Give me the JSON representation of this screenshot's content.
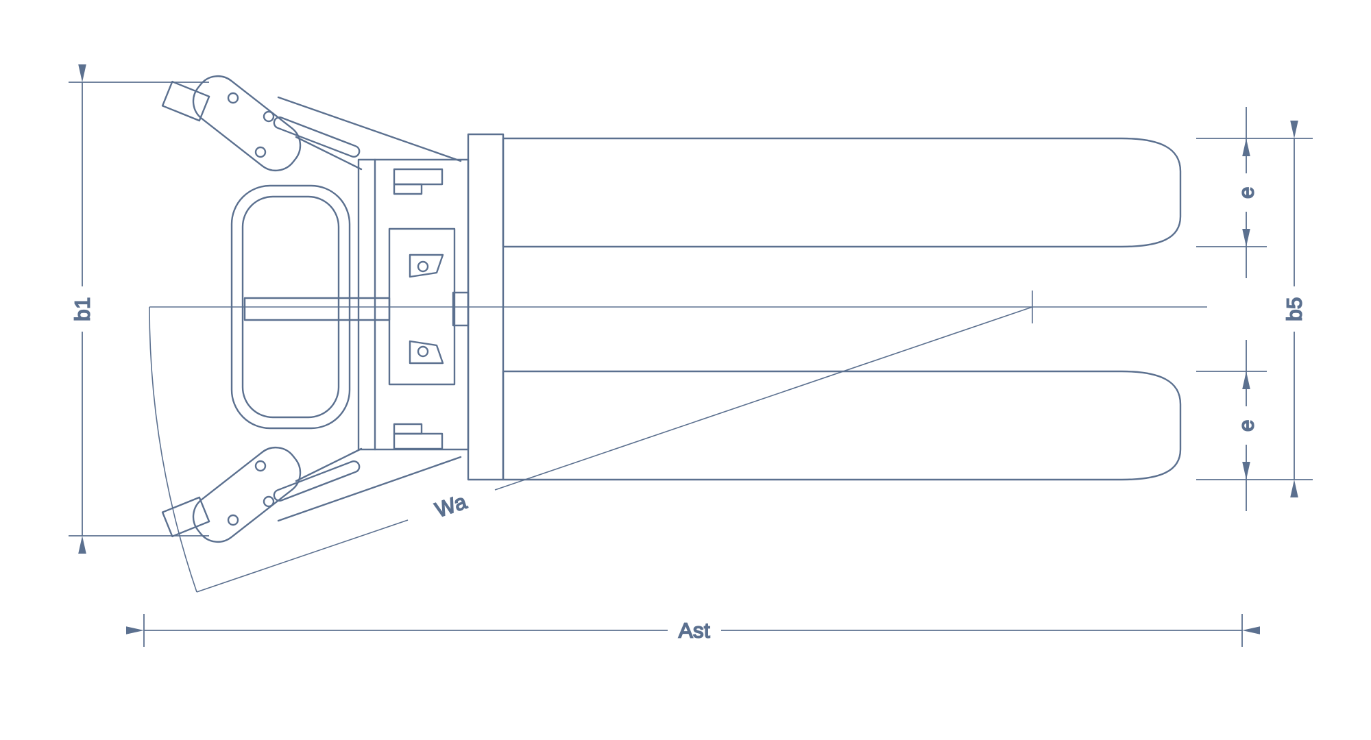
{
  "page": {
    "background": "#ffffff"
  },
  "diagram": {
    "type": "technical_drawing",
    "subject": "hand pallet truck top view with dimensioning",
    "stroke_color": "#5b708f",
    "dimensions": {
      "b1": {
        "label": "b1"
      },
      "e_top": {
        "label": "e"
      },
      "e_bottom": {
        "label": "e"
      },
      "b5": {
        "label": "b5"
      },
      "wa": {
        "label": "Wa"
      },
      "ast": {
        "label": "Ast"
      }
    }
  }
}
